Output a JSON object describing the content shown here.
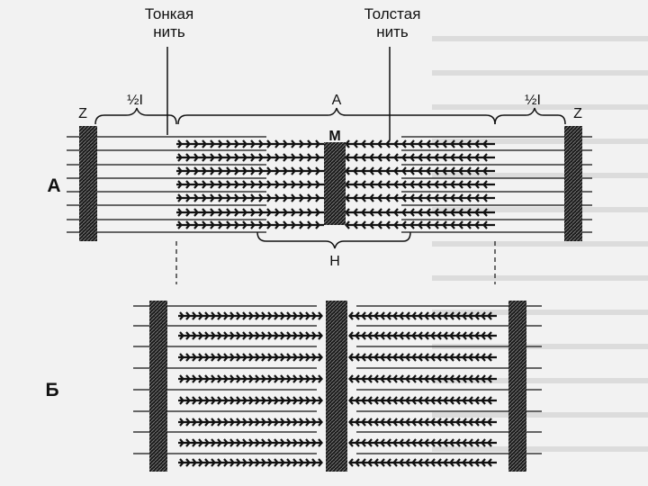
{
  "labels": {
    "thin_filament": [
      "Тонкая",
      "нить"
    ],
    "thick_filament": [
      "Толстая",
      "нить"
    ],
    "z_left": "Z",
    "z_right": "Z",
    "half_i_left": "½I",
    "half_i_right": "½I",
    "a_band": "A",
    "m_line": "M",
    "h_zone": "H",
    "panel_a": "А",
    "panel_b": "Б"
  },
  "colors": {
    "ink": "#111111",
    "paper": "#f2f2f2",
    "faded_text": "#cfcfcf"
  }
}
